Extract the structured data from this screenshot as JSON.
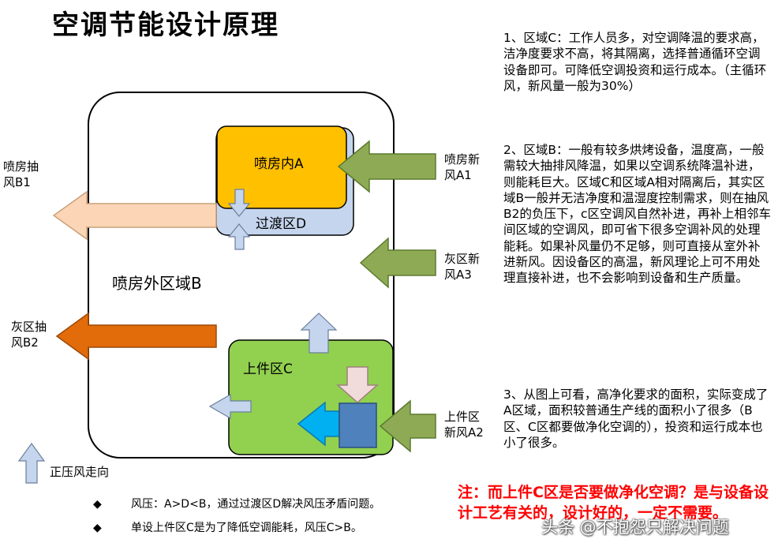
{
  "title": "空调节能设计原理",
  "zones": {
    "spray_inner": "喷房内A",
    "transition": "过渡区D",
    "spray_outer": "喷房外区域B",
    "loading": "上件区C"
  },
  "flows": {
    "spray_fresh": [
      "喷房新",
      "风A1"
    ],
    "spray_exhaust": [
      "喷房抽",
      "风B1"
    ],
    "gray_fresh": [
      "灰区新",
      "风A3"
    ],
    "gray_exhaust": [
      "灰区抽",
      "风B2"
    ],
    "loading_fresh": [
      "上件区",
      "新风A2"
    ]
  },
  "legend": {
    "positive_pressure": "正压风走向"
  },
  "bullets": [
    "风压：A>D<B，通过过渡区D解决风压矛盾问题。",
    "单设上件区C是为了降低空调能耗，风压C>B。"
  ],
  "bullet_mark": "◆",
  "notes": {
    "p1": "1、区域C：工作人员多，对空调降温的要求高，洁净度要求不高，将其隔离，选择普通循环空调设备即可。可降低空调投资和运行成本。（主循环风，新风量一般为30%）",
    "p2": "2、区域B：一般有较多烘烤设备，温度高，一般需较大抽排风降温，如果以空调系统降温补进，则能耗巨大。区域C和区域A相对隔离后，其实区域B一般并无洁净度和温湿度控制需求，则在抽风B2的负压下，c区空调风自然补进，再补上相邻车间区域的空调风，即可省下很多空调补风的处理能耗。如果补风量仍不足够，则可直接从室外补进新风。因设备区的高温，新风理论上可不用处理直接补进，也不会影响到设备和生产质量。",
    "p3": "3、从图上可看，高净化要求的面积，实际变成了A区域，面积较普通生产线的面积小了很多（B区、C区都要做净化空调的），投资和运行成本也小了很多。"
  },
  "red_note": "注：而上件C区是否要做净化空调？是与设备设计工艺有关的，设计好的，一定不需要。",
  "watermark": "头条 @不抱怨只解决问题",
  "colors": {
    "zone_a": "#ffc000",
    "zone_d": "#c5d5ee",
    "zone_c": "#92d050",
    "fresh_arrow": "#8faa55",
    "exhaust_b1": "#fbd5b5",
    "exhaust_b2": "#e26b0a",
    "blue_arrow": "#00b0f0",
    "pink_arrow": "#f2dcdb",
    "blue_box": "#4f81bd",
    "pressure_arrow": "#c5d5ee",
    "red_note": "#ff0000"
  }
}
